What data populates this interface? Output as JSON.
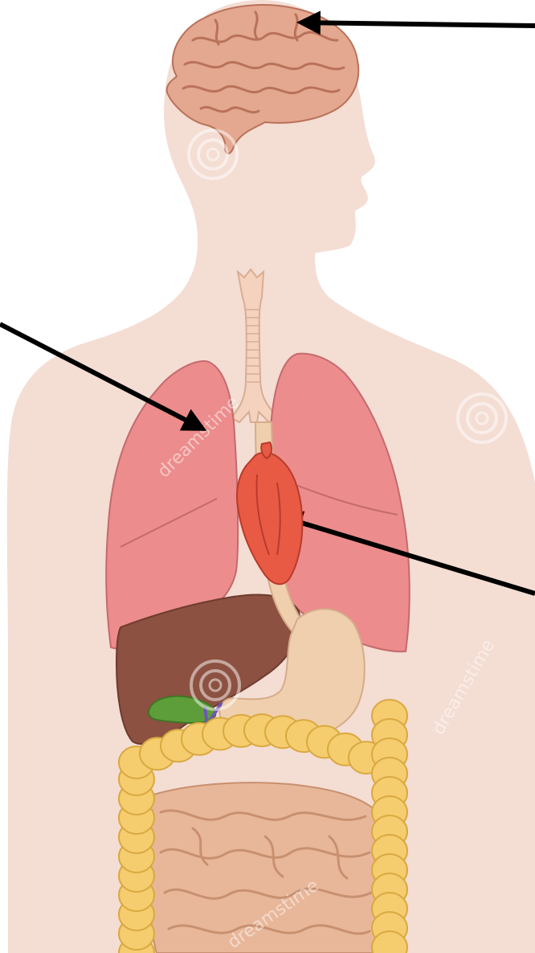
{
  "diagram": {
    "organs": [
      {
        "id": "brain",
        "color": "#e3a88f",
        "outline": "#b9725a"
      },
      {
        "id": "trachea",
        "color": "#f4d2bd",
        "outline": "#d9ad92"
      },
      {
        "id": "left-lung",
        "color": "#ec8c8c",
        "outline": "#c46a6d"
      },
      {
        "id": "right-lung",
        "color": "#ec8c8c",
        "outline": "#c46a6d"
      },
      {
        "id": "heart",
        "color": "#e85a44",
        "outline": "#b83b2c"
      },
      {
        "id": "liver",
        "color": "#8c5140",
        "outline": "#6e3b2e"
      },
      {
        "id": "gallbladder",
        "color": "#5e9e3a",
        "outline": "#3f7524"
      },
      {
        "id": "stomach",
        "color": "#f0cfae",
        "outline": "#d5ac8a"
      },
      {
        "id": "large-intestine",
        "color": "#f5cd6e",
        "outline": "#d9a941"
      },
      {
        "id": "small-intestine",
        "color": "#e8b79a",
        "outline": "#c8906f"
      }
    ],
    "arrows": [
      {
        "target": "brain",
        "from": "right",
        "color": "#000000"
      },
      {
        "target": "left-lung",
        "from": "left",
        "color": "#000000"
      },
      {
        "target": "heart",
        "from": "right",
        "color": "#000000"
      }
    ],
    "colors": {
      "body_silhouette": "#f4ddd3",
      "background": "#ffffff",
      "watermark": "#ffffff"
    },
    "watermark_text": "dreamstime"
  }
}
